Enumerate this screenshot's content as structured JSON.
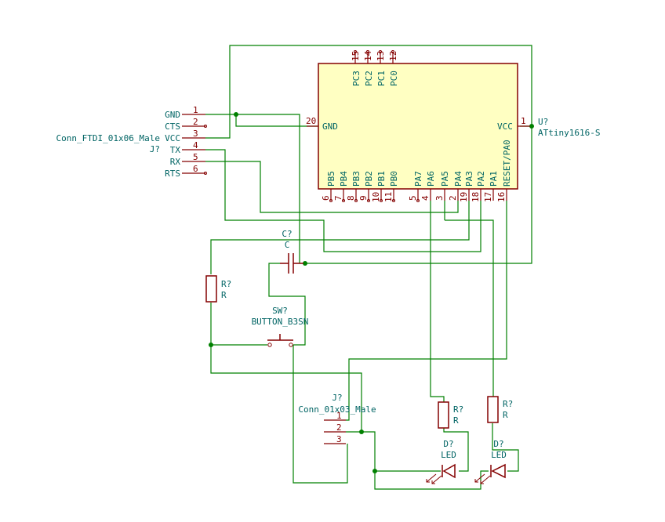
{
  "u1": {
    "ref": "U?",
    "value": "ATtiny1616-S",
    "body_color": "#ffffc2",
    "pins": {
      "gnd": {
        "num": "20",
        "name": "GND"
      },
      "vcc": {
        "num": "1",
        "name": "VCC"
      },
      "pc3": {
        "num": "15",
        "name": "PC3"
      },
      "pc2": {
        "num": "14",
        "name": "PC2"
      },
      "pc1": {
        "num": "13",
        "name": "PC1"
      },
      "pc0": {
        "num": "12",
        "name": "PC0"
      },
      "pb5": {
        "num": "6",
        "name": "PB5"
      },
      "pb4": {
        "num": "7",
        "name": "PB4"
      },
      "pb3": {
        "num": "8",
        "name": "PB3"
      },
      "pb2": {
        "num": "9",
        "name": "PB2"
      },
      "pb1": {
        "num": "10",
        "name": "PB1"
      },
      "pb0": {
        "num": "11",
        "name": "PB0"
      },
      "pa7": {
        "num": "5",
        "name": "PA7"
      },
      "pa6": {
        "num": "4",
        "name": "PA6"
      },
      "pa5": {
        "num": "3",
        "name": "PA5"
      },
      "pa4": {
        "num": "2",
        "name": "PA4"
      },
      "pa3": {
        "num": "19",
        "name": "PA3"
      },
      "pa2": {
        "num": "18",
        "name": "PA2"
      },
      "pa1": {
        "num": "17",
        "name": "PA1"
      },
      "pa0": {
        "num": "16",
        "name": "RESET/PA0"
      }
    }
  },
  "j_ftdi": {
    "ref": "J?",
    "value": "Conn_FTDI_01x06_Male",
    "pins": [
      {
        "num": "1",
        "name": "GND"
      },
      {
        "num": "2",
        "name": "CTS"
      },
      {
        "num": "3",
        "name": "VCC"
      },
      {
        "num": "4",
        "name": "TX"
      },
      {
        "num": "5",
        "name": "RX"
      },
      {
        "num": "6",
        "name": "RTS"
      }
    ]
  },
  "cap": {
    "ref": "C?",
    "value": "C"
  },
  "r1": {
    "ref": "R?",
    "value": "R"
  },
  "r2": {
    "ref": "R?",
    "value": "R"
  },
  "r3": {
    "ref": "R?",
    "value": "R"
  },
  "sw": {
    "ref": "SW?",
    "value": "BUTTON_B3SN"
  },
  "j3": {
    "ref": "J?",
    "value": "Conn_01x03_Male",
    "pins": [
      "1",
      "2",
      "3"
    ]
  },
  "d1": {
    "ref": "D?",
    "value": "LED"
  },
  "d2": {
    "ref": "D?",
    "value": "LED"
  },
  "colors": {
    "wire": "#008000",
    "component": "#840000",
    "label": "#006464",
    "ic_fill": "#ffffc2"
  }
}
